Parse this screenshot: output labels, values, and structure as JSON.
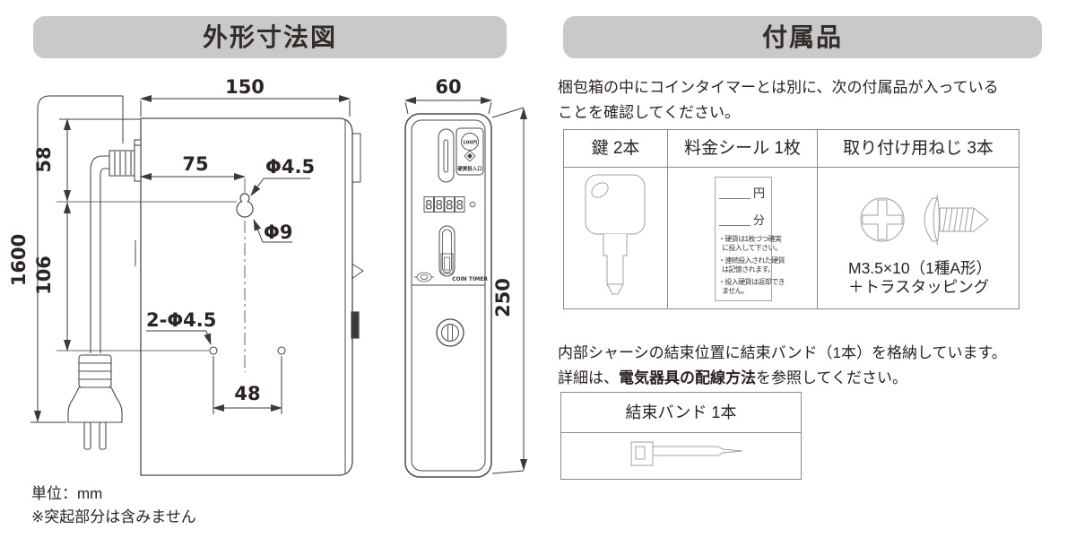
{
  "left": {
    "title": "外形寸法図",
    "dims": {
      "width_back": "150",
      "depth": "60",
      "hole_offset": "75",
      "hole_small": "Φ4.5",
      "hole_big": "Φ9",
      "top_to_hole": "58",
      "hole_to_bottom_holes": "106",
      "cord_length": "1600",
      "bottom_holes": "2-Φ4.5",
      "holes_pitch": "48",
      "height": "250"
    },
    "front_panel": {
      "coin_mark": "100円",
      "coin_slot_label": "硬貨投入口",
      "digit": "8",
      "brand": "COIN TIMER"
    },
    "unit_note": "単位：mm",
    "protrusion_note": "※突起部分は含みません"
  },
  "right": {
    "title": "付属品",
    "intro_line1": "梱包箱の中にコインタイマーとは別に、次の付属品が入っている",
    "intro_line2": "ことを確認してください。",
    "accessories_table": {
      "col_keys": "鍵 2本",
      "col_sticker": "料金シール 1枚",
      "col_screws": "取り付け用ねじ 3本",
      "sticker": {
        "yen": "円",
        "minute": "分",
        "b1a": "・硬貨は1枚づつ確実",
        "b1b": "に投入して下さい。",
        "b2a": "・連続投入された硬貨",
        "b2b": "は記憶されます。",
        "b3a": "・投入硬貨は返却でき",
        "b3b": "ません。"
      },
      "screw_spec1": "M3.5×10（1種A形）",
      "screw_spec2": "＋トラスタッピング"
    },
    "band_note1": "内部シャーシの結束位置に結束バンド（1本）を格納しています。",
    "band_note2_pre": "詳細は、",
    "band_note2_bold": "電気器具の配線方法",
    "band_note2_post": "を参照してください。",
    "band_table_header": "結束バンド 1本"
  },
  "colors": {
    "header_bg": "#c9c9c9",
    "line": "#4a4a4a",
    "dim": "#3a3a3a"
  }
}
